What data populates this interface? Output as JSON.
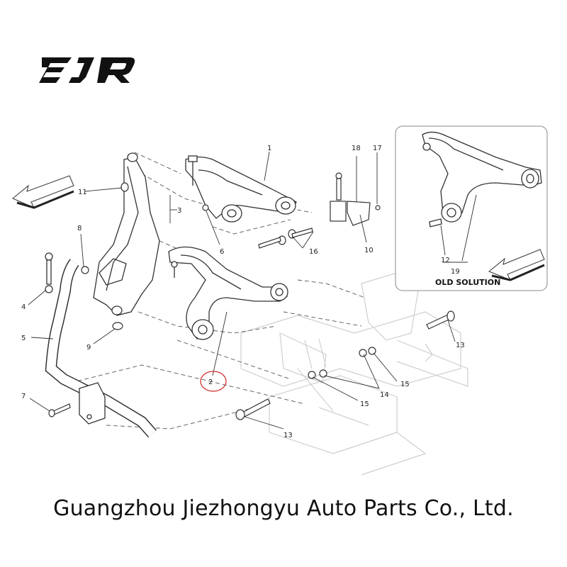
{
  "brand": {
    "logo_text": "EJR"
  },
  "diagram": {
    "callouts": [
      "1",
      "2",
      "3",
      "4",
      "5",
      "6",
      "7",
      "8",
      "9",
      "10",
      "11",
      "12",
      "13",
      "13",
      "14",
      "15",
      "15",
      "16",
      "17",
      "18",
      "19"
    ],
    "old_solution_label": "OLD SOLUTION"
  },
  "footer": {
    "company": "Guangzhou Jiezhongyu Auto Parts Co., Ltd."
  }
}
